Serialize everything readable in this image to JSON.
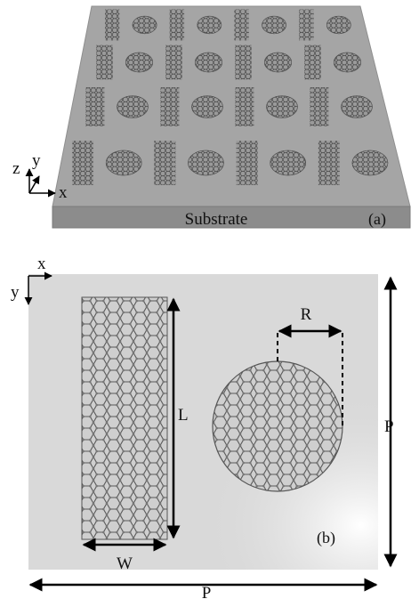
{
  "panel_a": {
    "substrate_label": "Substrate",
    "panel_label": "(a)",
    "axes": {
      "x": "x",
      "y": "y",
      "z": "z"
    }
  },
  "panel_b": {
    "panel_label": "(b)",
    "axes": {
      "x": "x",
      "y": "y"
    },
    "dimension_labels": {
      "L": "L",
      "W": "W",
      "R": "R",
      "P_vertical": "P",
      "P_horizontal": "P"
    }
  },
  "colors": {
    "pattern_top": "#a5a5a5",
    "substrate_side": "#8c8c8c",
    "panel_b_bg": "#d9d9d9",
    "lattice": "#4a4a4a",
    "arrow": "#000000"
  }
}
